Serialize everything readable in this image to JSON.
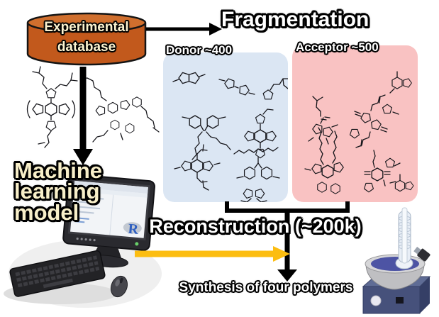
{
  "diagram": {
    "database": {
      "line1": "Experimental",
      "line2": "database"
    },
    "fragmentation": "Fragmentation",
    "donor_label": "Donor ~400",
    "acceptor_label": "Acceptor ~500",
    "ml": {
      "line1": "Machine",
      "line2": "learning",
      "line3": "model",
      "screen_logo": "R"
    },
    "reconstruction": "Reconstruction (~200k)",
    "synthesis": "Synthesis of four polymers"
  },
  "icons": [
    "database-cylinder",
    "right-arrow",
    "down-arrow",
    "merge-bracket",
    "yellow-arrow",
    "polymer-structures",
    "donor-fragment-structures",
    "acceptor-fragment-structures",
    "computer-monitor",
    "r-logo",
    "keyboard",
    "mouse",
    "reflux-condenser",
    "heating-mantle"
  ],
  "colors": {
    "database_body": "#c2591c",
    "database_top": "#d06f2e",
    "donor_panel": "#dbe6f3",
    "acceptor_panel": "#f9c2c2",
    "arrow_black": "#000000",
    "arrow_yellow": "#fcbd10",
    "label_cream": "#f8efc9",
    "label_white": "#ffffff"
  }
}
